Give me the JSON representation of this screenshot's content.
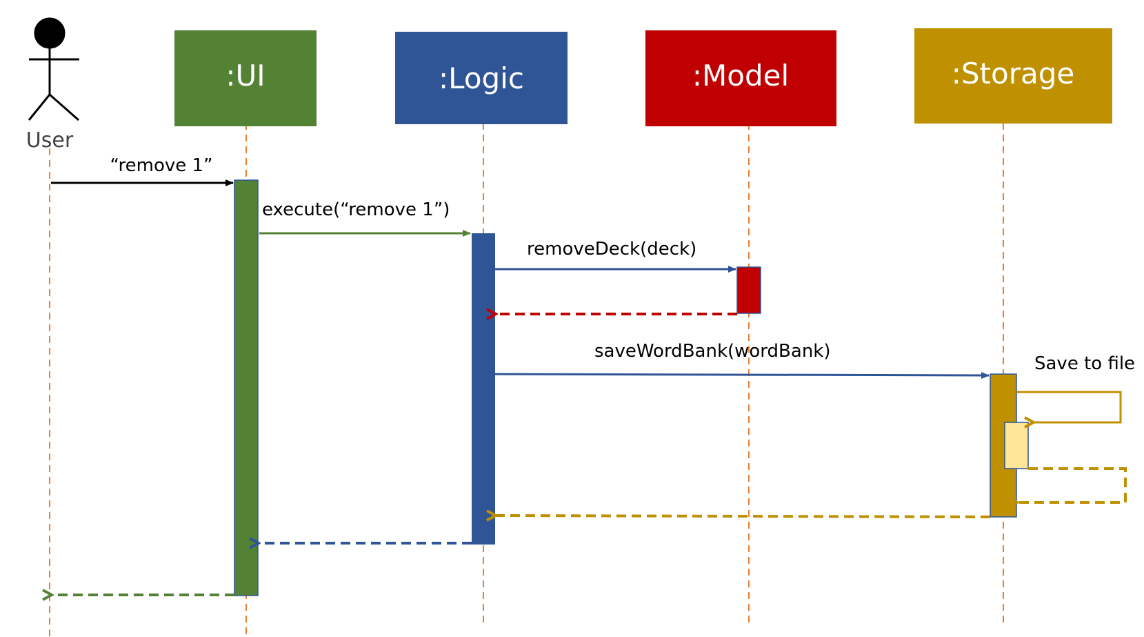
{
  "colors": {
    "ui": "#548235",
    "logic": "#2F5597",
    "model": "#C00000",
    "storage": "#BF9000",
    "storage_inner": "#FFE699",
    "lifeline": "#ED7D31",
    "user": "#000000"
  },
  "actor": {
    "label": "User",
    "icon": "stick-figure-icon"
  },
  "participants": [
    {
      "id": "ui",
      "label": ":UI"
    },
    {
      "id": "logic",
      "label": ":Logic"
    },
    {
      "id": "model",
      "label": ":Model"
    },
    {
      "id": "storage",
      "label": ":Storage"
    }
  ],
  "messages": {
    "user_to_ui": "“remove 1”",
    "ui_to_logic": "execute(“remove 1”)",
    "logic_to_model": "removeDeck(deck)",
    "logic_to_storage": "saveWordBank(wordBank)",
    "storage_self": "Save to file"
  }
}
